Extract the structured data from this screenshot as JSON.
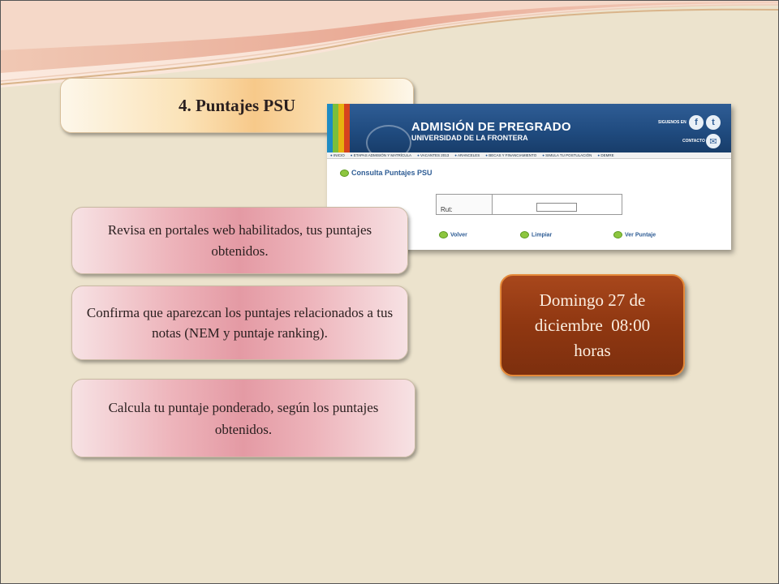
{
  "slide": {
    "title": "4. Puntajes PSU",
    "items": [
      "Revisa en portales web habilitados, tus puntajes obtenidos.",
      "Confirma que aparezcan los puntajes relacionados a tus notas (NEM y puntaje ranking).",
      "Calcula tu puntaje ponderado, según los puntajes obtenidos."
    ],
    "date_line1": "Domingo 27 de",
    "date_line2": "diciembre  08:00",
    "date_line3": "horas"
  },
  "screenshot": {
    "header_title": "ADMISIÓN DE PREGRADO",
    "header_subtitle": "UNIVERSIDAD DE LA FRONTERA",
    "follow_label": "SIGUENOS EN",
    "contact_label": "CONTACTO",
    "nav_items": [
      "INICIO",
      "ETAPAS ADMISIÓN Y MATRÍCULA",
      "VACANTES 2013",
      "ARANCELES",
      "BECAS Y FINANCIAMIENTO",
      "SIMULA TU POSTULACIÓN",
      "DEMRE"
    ],
    "section_title": "Consulta Puntajes PSU",
    "rut_label": "Rut:",
    "buttons": {
      "back": "Volver",
      "clear": "Limpiar",
      "view": "Ver Puntaje"
    }
  },
  "colors": {
    "background": "#ece3cd",
    "date_box": "#8f3711",
    "header_blue": "#1f4a7e"
  },
  "icons": [
    "facebook-icon",
    "twitter-icon",
    "mail-icon",
    "logo-icon"
  ]
}
